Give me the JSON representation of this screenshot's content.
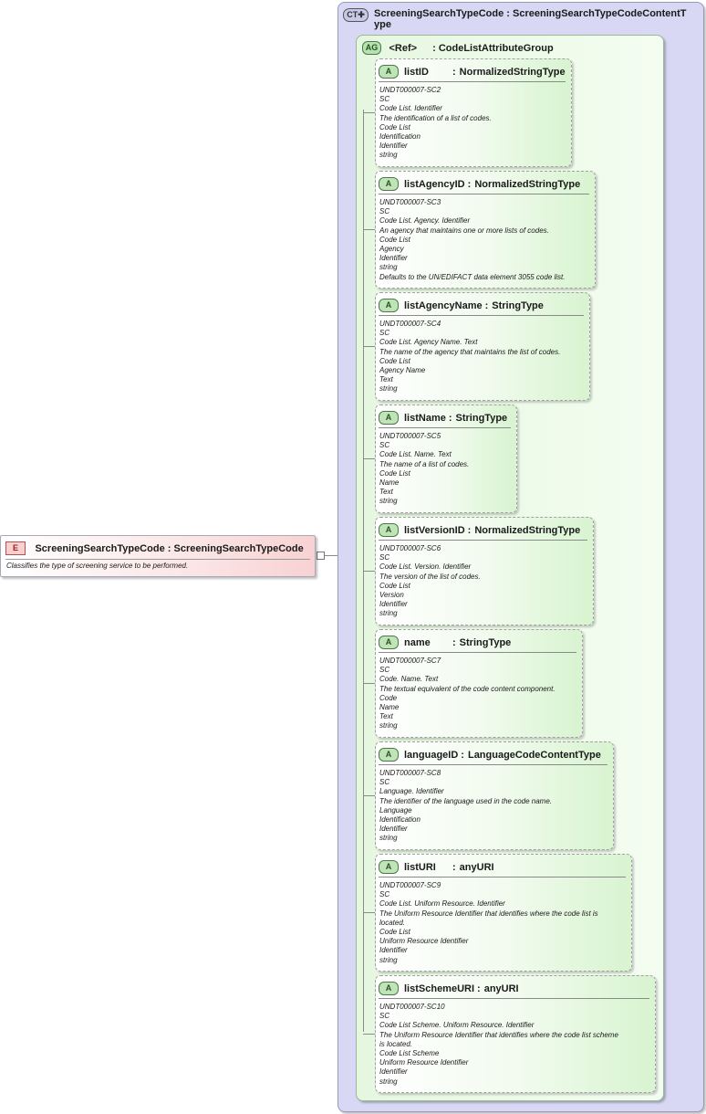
{
  "element": {
    "badge": "E",
    "name": "ScreeningSearchTypeCode",
    "type": "ScreeningSearchTypeCode",
    "documentation": "Classifies the type of screening service to be performed."
  },
  "complex_type": {
    "badge": "CT",
    "name": "ScreeningSearchTypeCode",
    "type": "ScreeningSearchTypeCodeContentT ype"
  },
  "attribute_group": {
    "badge": "AG",
    "name": "<Ref>",
    "type": "CodeListAttributeGroup"
  },
  "attributes": [
    {
      "badge": "A",
      "name": "listID",
      "type": "NormalizedStringType",
      "doc": [
        "UNDT000007-SC2",
        "SC",
        "Code List. Identifier",
        "The identification of a list of codes.",
        "Code List",
        "Identification",
        "Identifier",
        "string"
      ]
    },
    {
      "badge": "A",
      "name": "listAgencyID",
      "type": "NormalizedStringType",
      "doc": [
        "UNDT000007-SC3",
        "SC",
        "Code List. Agency. Identifier",
        "An agency that maintains one or more lists of codes.",
        "Code List",
        "Agency",
        "Identifier",
        "string",
        "Defaults to the UN/EDIFACT data element 3055 code list."
      ]
    },
    {
      "badge": "A",
      "name": "listAgencyName",
      "type": "StringType",
      "doc": [
        "UNDT000007-SC4",
        "SC",
        "Code List. Agency Name. Text",
        "The name of the agency that maintains the list of codes.",
        "Code List",
        "Agency Name",
        "Text",
        "string"
      ]
    },
    {
      "badge": "A",
      "name": "listName",
      "type": "StringType",
      "doc": [
        "UNDT000007-SC5",
        "SC",
        "Code List. Name. Text",
        "The name of a list of codes.",
        "Code List",
        "Name",
        "Text",
        "string"
      ]
    },
    {
      "badge": "A",
      "name": "listVersionID",
      "type": "NormalizedStringType",
      "doc": [
        "UNDT000007-SC6",
        "SC",
        "Code List. Version. Identifier",
        "The version of the list of codes.",
        "Code List",
        "Version",
        "Identifier",
        "string"
      ]
    },
    {
      "badge": "A",
      "name": "name",
      "type": "StringType",
      "doc": [
        "UNDT000007-SC7",
        "SC",
        "Code. Name. Text",
        "The textual equivalent of the code content component.",
        "Code",
        "Name",
        "Text",
        "string"
      ]
    },
    {
      "badge": "A",
      "name": "languageID",
      "type": "LanguageCodeContentType",
      "doc": [
        "UNDT000007-SC8",
        "SC",
        "Language. Identifier",
        "The identifier of the language used in the code name.",
        "Language",
        "Identification",
        "Identifier",
        "string"
      ]
    },
    {
      "badge": "A",
      "name": "listURI",
      "type": "anyURI",
      "doc": [
        "UNDT000007-SC9",
        "SC",
        "Code List. Uniform Resource. Identifier",
        "The Uniform Resource Identifier that identifies where the code list is",
        "located.",
        "Code List",
        "Uniform Resource Identifier",
        "Identifier",
        "string"
      ]
    },
    {
      "badge": "A",
      "name": "listSchemeURI",
      "type": "anyURI",
      "doc": [
        "UNDT000007-SC10",
        "SC",
        "Code List Scheme. Uniform Resource. Identifier",
        "The Uniform Resource Identifier that identifies where the code list scheme",
        "is located.",
        "Code List Scheme",
        "Uniform Resource Identifier",
        "Identifier",
        "string"
      ]
    }
  ]
}
